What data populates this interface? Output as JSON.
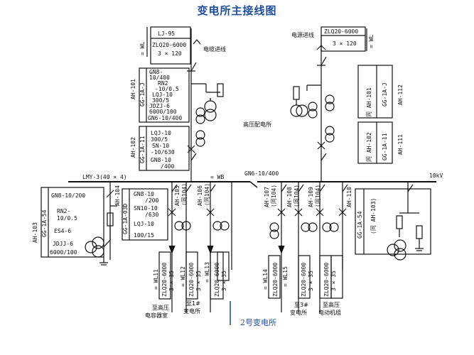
{
  "title": "变电所主接线图",
  "caption": "2号变电所",
  "labels": {
    "wl_top_left": "= WL",
    "wl_top_right": "= WL",
    "incoming_left": "电缆进线",
    "incoming_right": "电源进线",
    "cable_left": [
      "LJ-95",
      "ZLQ20-6000",
      "3 × 120"
    ],
    "cable_right": [
      "ZLQ20-6000",
      "3 × 120"
    ],
    "ah101": "AH-101",
    "gg1aj": "GG-1A-J",
    "panel101": [
      "GN8-",
      "10/400",
      "RN2",
      "-10/0.5",
      "LQJ-10",
      "300/5",
      "JDZJ-6",
      "6000/100",
      "GN6-10/400"
    ],
    "ah102": "AH-102",
    "gg1a11": "GG-1A-11",
    "panel102": [
      "LQJ-10",
      "300/5",
      "SN-10",
      "-10/630",
      "GN8-10",
      "/400"
    ],
    "hv_room": "高压配电所",
    "ah101r": "同 AH-101",
    "ah112": "AH-112",
    "gg1ajr": "GG-1A-J",
    "ah102r": "同 AH-102",
    "ah111": "AH-111",
    "gg1a11r": "GG-1A-11",
    "lmy": "LMY-3(40 × 4)",
    "wb": "= WB",
    "gn6": "GN6-10/400",
    "kv10": "10kV",
    "ah103": "AH-103",
    "gg1a54": "GG-1A-54",
    "panel103": [
      "GN8-10/200",
      "RN2-",
      "10/0.5",
      "ES4-6",
      "JDJJ-6",
      "6000/100"
    ],
    "ah104": "AH-104",
    "ah105": "AH-105",
    "gg1a03d": "GG-1A-03D",
    "panel105": [
      "GN8-10",
      "/200",
      "SN10-10",
      "/630",
      "LQJ-10",
      "100/15"
    ],
    "ah106": "AH-106",
    "same104": "(同104)",
    "ah107": "AH-107",
    "ah108": "AH-108",
    "ah109": "AH-109",
    "ah110": "AH-110",
    "gg1a54r": "GG-1A-54",
    "same103": "(同 AH-103)",
    "feeder_cable": "ZLQ20-6000",
    "feeder_size": "3 × 35",
    "wl11": "= WL11",
    "wl12": "= WL12",
    "wl13": "= WL13",
    "wl14": "= WL14",
    "wl15": "= WL15",
    "dest1": [
      "至高压",
      "电容器室"
    ],
    "dest2": [
      "至1#",
      "变电所"
    ],
    "dest3": [
      "至3#",
      "变电所"
    ],
    "dest4": [
      "至高压",
      "电动机组"
    ]
  }
}
